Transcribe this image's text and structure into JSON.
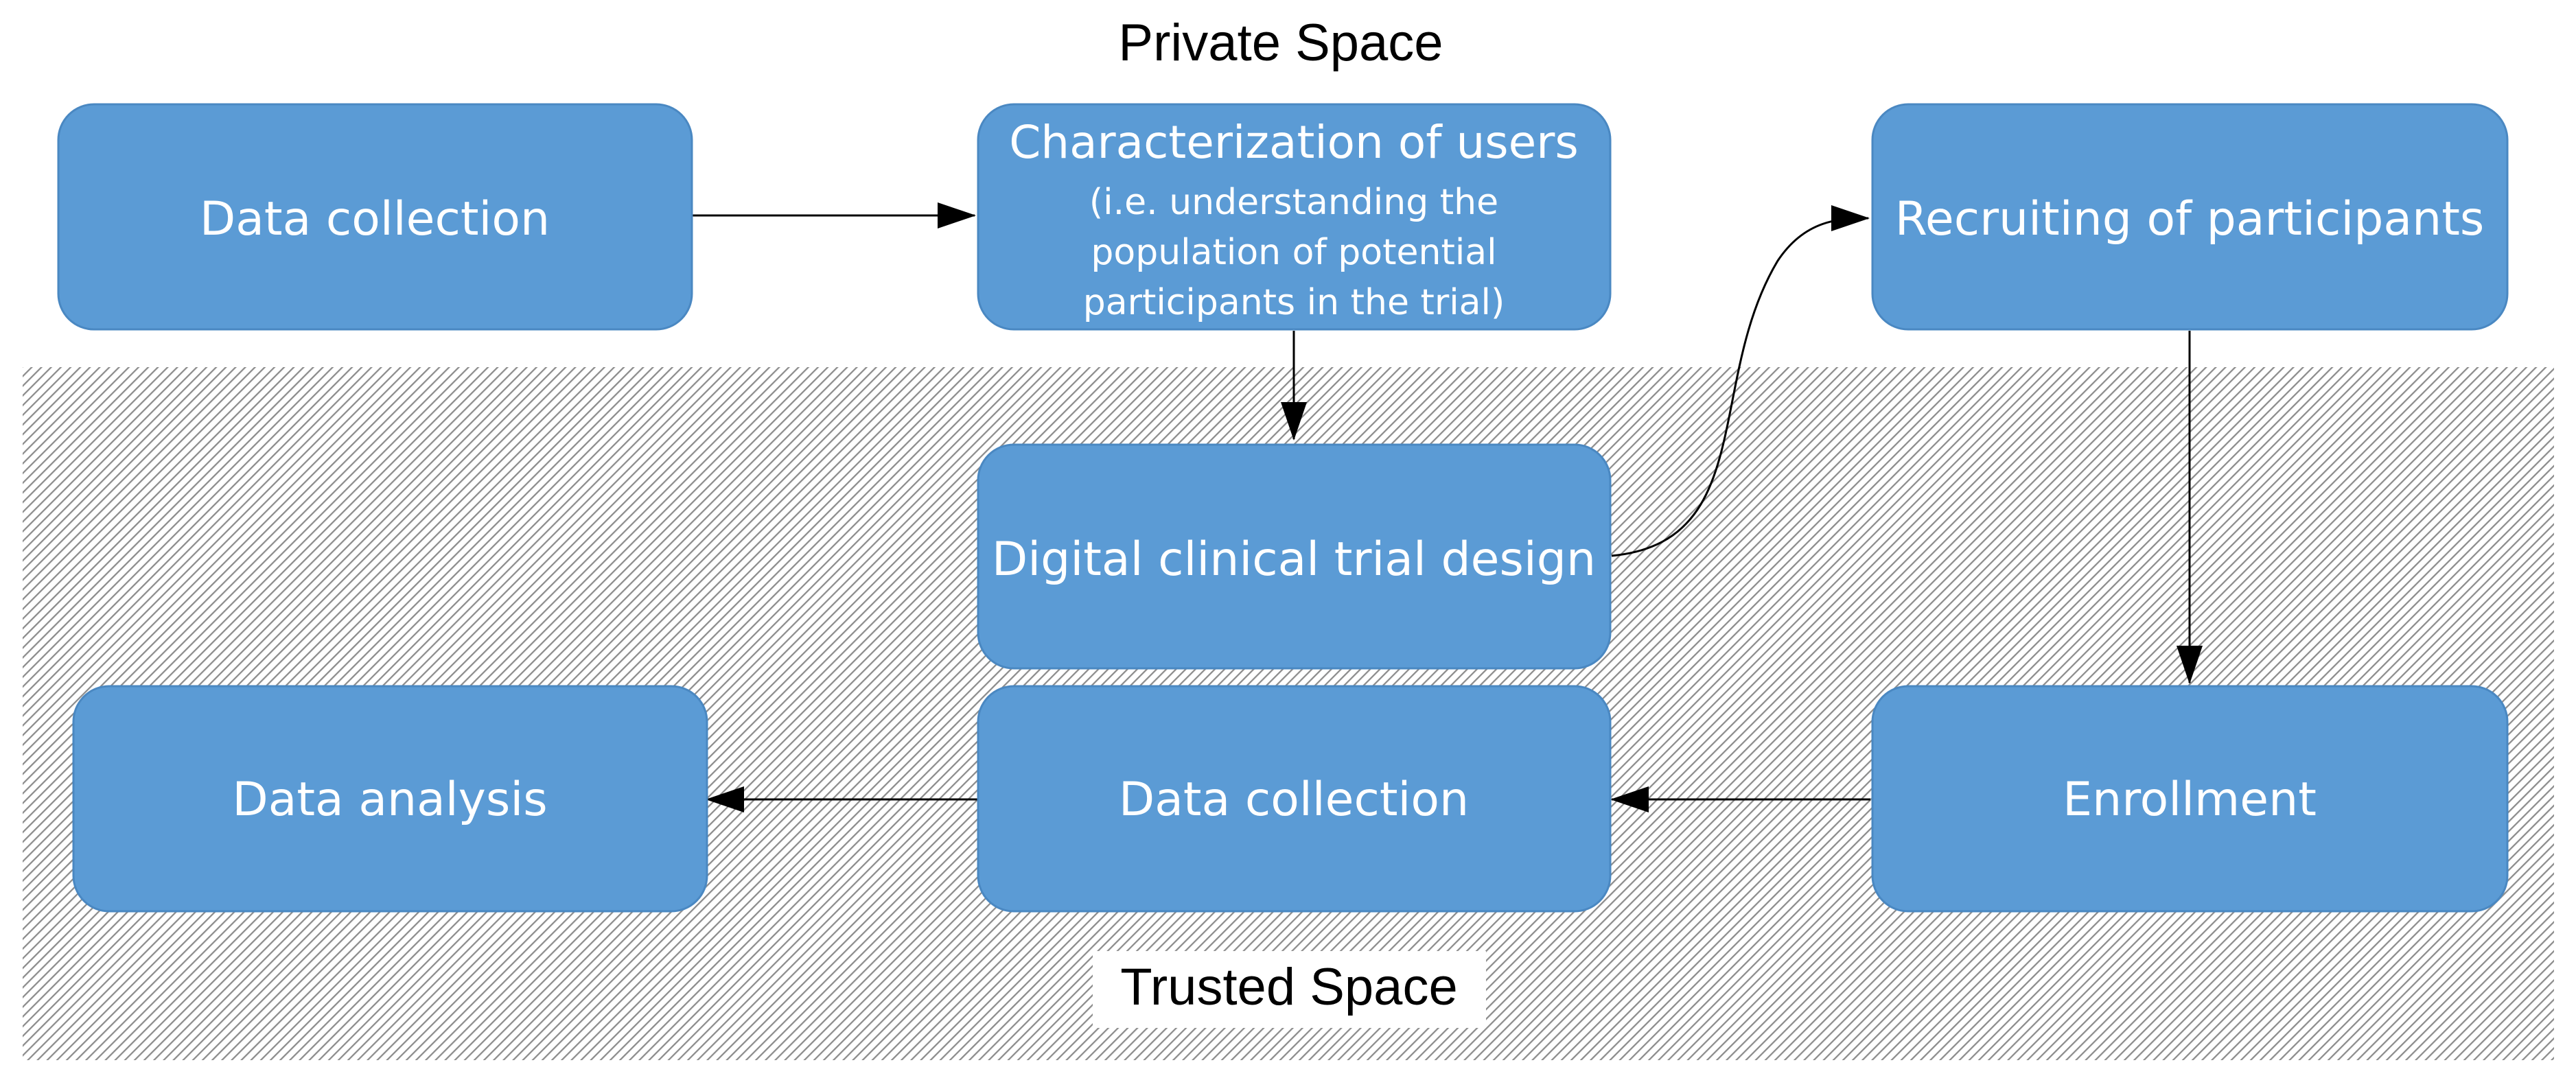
{
  "regions": {
    "private_label": "Private Space",
    "trusted_label": "Trusted Space"
  },
  "nodes": {
    "data_collection_initial": "Data collection",
    "characterization": {
      "title": "Characterization of users",
      "line1": "(i.e. understanding the",
      "line2": "population of potential",
      "line3": "participants in the trial)"
    },
    "recruiting": "Recruiting of participants",
    "trial_design": "Digital clinical trial design",
    "data_analysis": "Data analysis",
    "data_collection_trial": "Data collection",
    "enrollment": "Enrollment"
  },
  "colors": {
    "node_fill": "#5b9bd5",
    "node_stroke": "#4a88c2",
    "arrow": "#000000",
    "hatch": "#8c8c8c"
  }
}
